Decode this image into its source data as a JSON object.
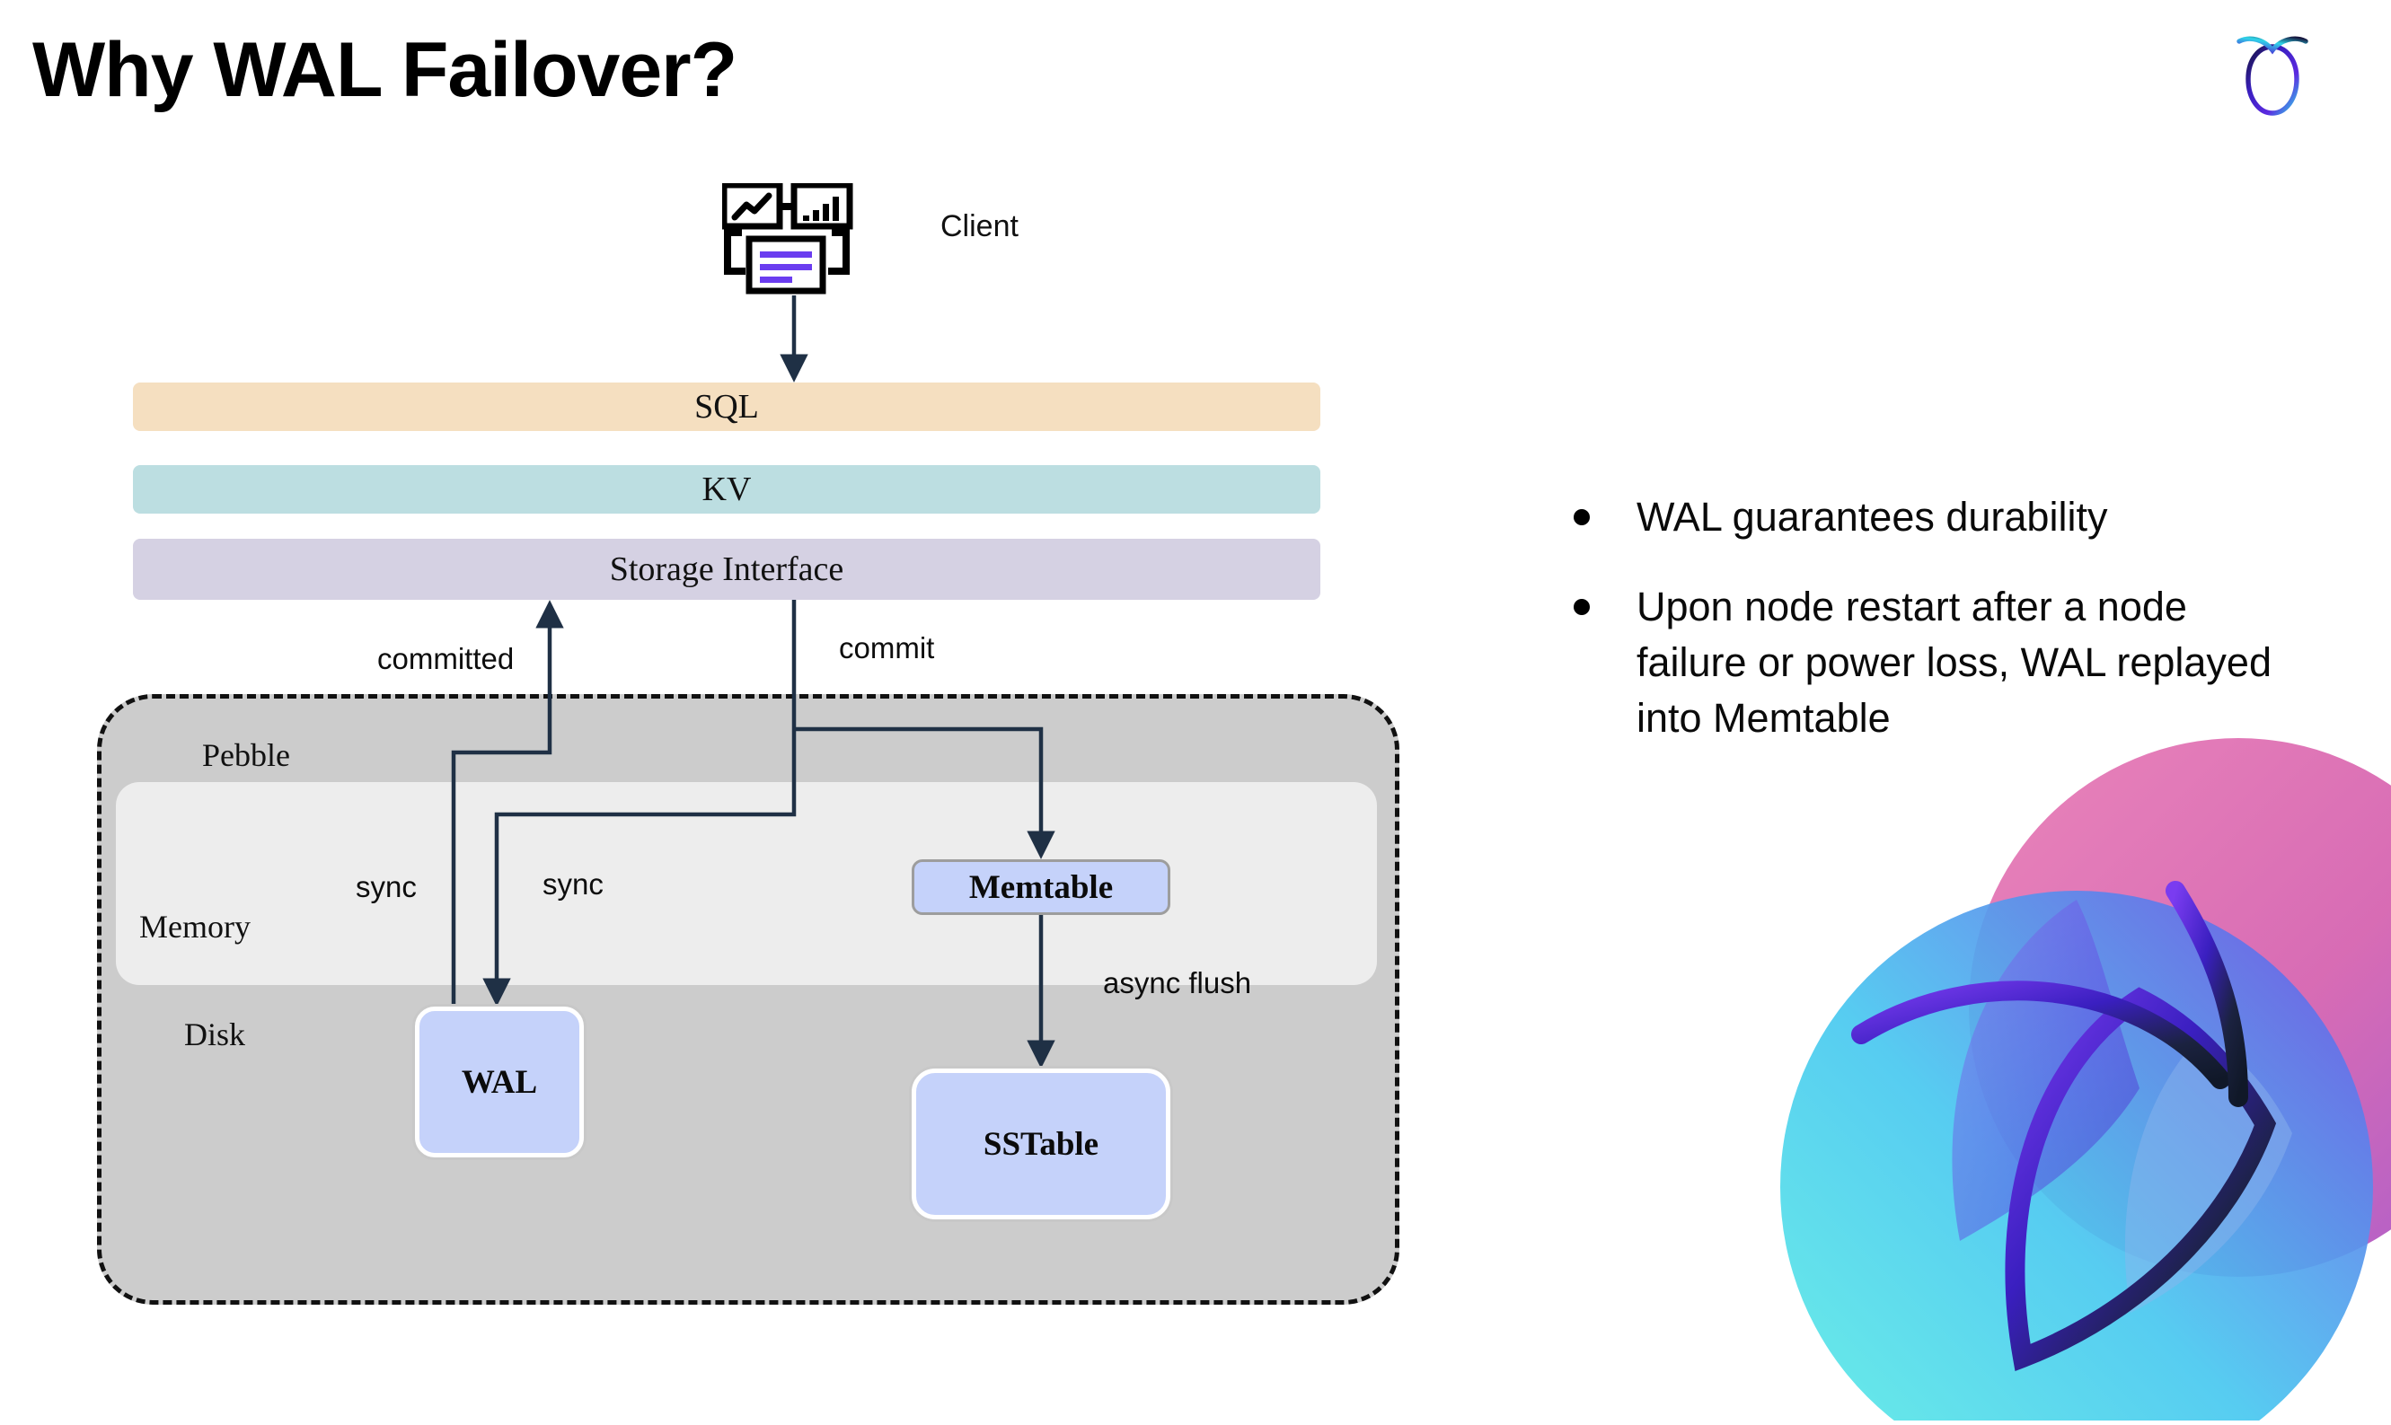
{
  "slide": {
    "title": "Why WAL Failover?"
  },
  "logo": {
    "name": "cockroachdb-logo",
    "colors": [
      "#1e1b4b",
      "#4c1fd6",
      "#5b2ae0",
      "#2fd6e8"
    ]
  },
  "watermark": {
    "name": "cockroachdb-watermark",
    "colors": [
      "#e86fa8",
      "#c85fb8",
      "#6a3ae0",
      "#3fc9f0",
      "#55e8e0",
      "#1b2240"
    ]
  },
  "diagram": {
    "client": {
      "label": "Client",
      "icon": "client-dashboard-icon",
      "accent": "#6b3df0"
    },
    "layers": [
      {
        "id": "sql",
        "label": "SQL",
        "color": "#f5dfc0"
      },
      {
        "id": "kv",
        "label": "KV",
        "color": "#bcdee1"
      },
      {
        "id": "storage",
        "label": "Storage Interface",
        "color": "#d5d1e3"
      }
    ],
    "container": {
      "label": "Pebble",
      "fill": "#cccccc",
      "border": "#111111",
      "regions": [
        {
          "id": "memory",
          "label": "Memory",
          "fill": "#ededed"
        },
        {
          "id": "disk",
          "label": "Disk",
          "fill": "#cccccc"
        }
      ]
    },
    "nodes": [
      {
        "id": "memtable",
        "label": "Memtable",
        "fill": "#c5d2fa",
        "border": "#9d9d9d"
      },
      {
        "id": "wal",
        "label": "WAL",
        "fill": "#c5d2fa",
        "border": "#ffffff"
      },
      {
        "id": "sstable",
        "label": "SSTable",
        "fill": "#c5d2fa",
        "border": "#ffffff"
      }
    ],
    "edges": [
      {
        "id": "client-to-sql",
        "label": ""
      },
      {
        "id": "wal-to-storage",
        "label": "committed"
      },
      {
        "id": "storage-to-nodes",
        "label": "commit"
      },
      {
        "id": "sync-left",
        "label": "sync"
      },
      {
        "id": "sync-right",
        "label": "sync"
      },
      {
        "id": "memtable-to-sstable",
        "label": "async flush"
      }
    ],
    "edge_color": "#1f3045"
  },
  "bullets": [
    "WAL guarantees durability",
    "Upon node restart after a node failure or power loss, WAL replayed into Memtable"
  ]
}
